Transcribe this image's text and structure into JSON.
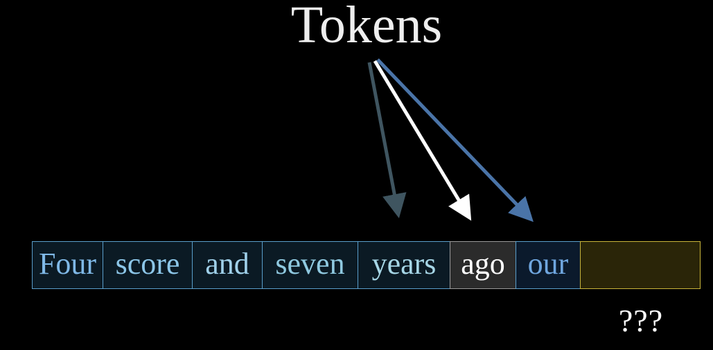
{
  "title": "Tokens",
  "tokens": [
    {
      "text": "Four",
      "color": "#7fb8e6"
    },
    {
      "text": "score",
      "color": "#8cc6e8"
    },
    {
      "text": "and",
      "color": "#9fd0e9"
    },
    {
      "text": "seven",
      "color": "#8fc9e0"
    },
    {
      "text": "years",
      "color": "#a6d6e6"
    },
    {
      "text": "ago",
      "color": "#ffffff",
      "background": "#2b2b2b",
      "border": "#9a9a9a"
    },
    {
      "text": "our",
      "color": "#6fa6df",
      "background": "#0b1a2c"
    },
    {
      "text": "",
      "color": "#ffffff",
      "blank": true
    }
  ],
  "unknown_label": "???",
  "colors": {
    "background": "#000000",
    "arrow_years": "#3f5560",
    "arrow_ago": "#ffffff",
    "arrow_our": "#4a74a8",
    "blank_fill": "#2a2508",
    "blank_border": "#c9b53a"
  }
}
